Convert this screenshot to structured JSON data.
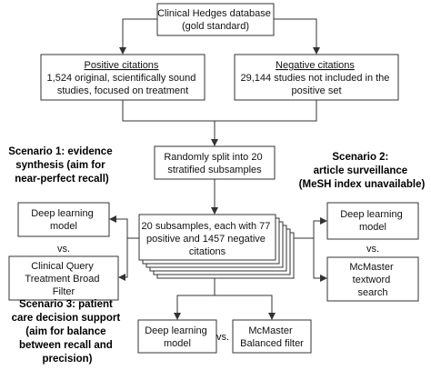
{
  "boxes": {
    "hedges": [
      "Clinical Hedges database",
      "(gold standard)"
    ],
    "positive": {
      "title": "Positive citations",
      "lines": [
        "1,524 original, scientifically sound",
        "studies, focused on treatment"
      ]
    },
    "negative": {
      "title": "Negative citations",
      "lines": [
        "29,144 studies not included in the",
        "positive set"
      ]
    },
    "split": [
      "Randomly split into 20",
      "stratified subsamples"
    ],
    "subsamples": [
      "20 subsamples, each with 77",
      "positive and 1457 negative",
      "citations"
    ],
    "s1_deep": [
      "Deep learning",
      "model"
    ],
    "s1_query": [
      "Clinical Query",
      "Treatment Broad",
      "Filter"
    ],
    "s2_deep": [
      "Deep learning",
      "model"
    ],
    "s2_mcmaster": [
      "McMaster",
      "textword",
      "search"
    ],
    "s3_deep": [
      "Deep learning",
      "model"
    ],
    "s3_mcmaster": [
      "McMaster",
      "Balanced filter"
    ]
  },
  "vs_label": "vs.",
  "scenarios": {
    "s1": [
      "Scenario 1: evidence",
      "synthesis (aim for",
      "near-perfect recall)"
    ],
    "s2": [
      "Scenario 2:",
      "article surveillance",
      "(MeSH index unavailable)"
    ],
    "s3": [
      "Scenario 3: patient",
      "care decision support",
      "(aim for balance",
      "between recall and",
      "precision)"
    ]
  },
  "colors": {
    "stroke": "#333333",
    "text": "#111111"
  }
}
